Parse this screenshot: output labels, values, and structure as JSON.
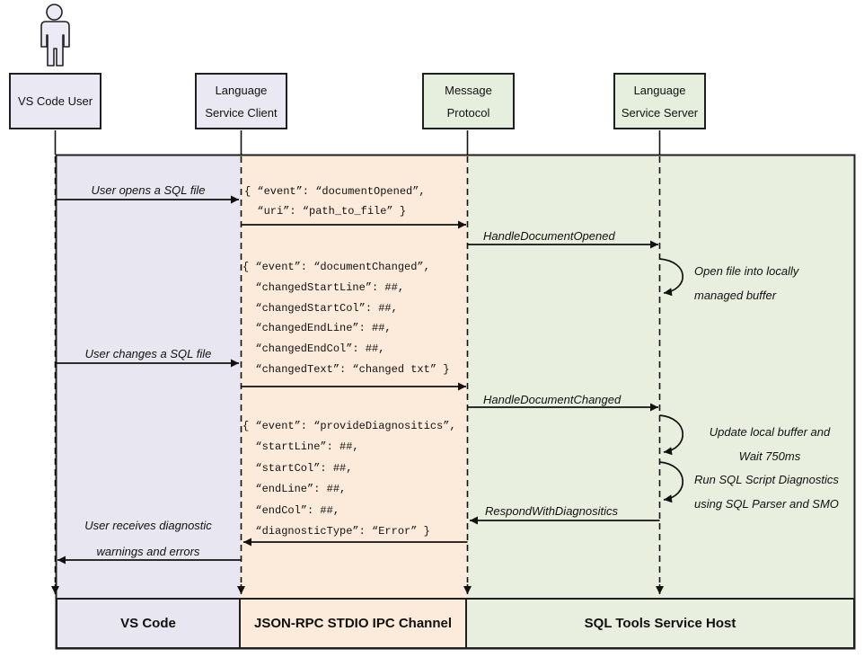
{
  "actors": [
    {
      "name": "vs-code-user",
      "lines": [
        "VS Code User"
      ]
    },
    {
      "name": "language-service-client",
      "lines": [
        "Language",
        "Service Client"
      ]
    },
    {
      "name": "message-protocol",
      "lines": [
        "Message",
        "Protocol"
      ]
    },
    {
      "name": "language-service-server",
      "lines": [
        "Language",
        "Service Server"
      ]
    }
  ],
  "lanes": [
    {
      "label": "VS Code",
      "color": "#e8e6f0"
    },
    {
      "label": "JSON-RPC STDIO IPC Channel",
      "color": "#fceadb"
    },
    {
      "label": "SQL Tools Service Host",
      "color": "#e8efde"
    }
  ],
  "colors": {
    "lavender_box": "#eae8f2",
    "green_box": "#e6eedd",
    "border": "#1f1f1f",
    "line": "#111111"
  },
  "messages": {
    "user_opens": "User opens a SQL file",
    "user_changes": "User changes a SQL file",
    "user_receives": [
      "User receives diagnostic",
      "warnings and errors"
    ],
    "handle_document_opened": "HandleDocumentOpened",
    "handle_document_changed": "HandleDocumentChanged",
    "respond_with_diagnostics": "RespondWithDiagnositics"
  },
  "payloads": {
    "document_opened": [
      "{ “event”: “documentOpened”,",
      "  “uri”: “path_to_file” }"
    ],
    "document_changed": [
      "{ “event”: “documentChanged”,",
      "  “changedStartLine”: ##,",
      "  “changedStartCol”: ##,",
      "  “changedEndLine”: ##,",
      "  “changedEndCol”: ##,",
      "  “changedText”: “changed txt” }"
    ],
    "provide_diagnostics": [
      "{ “event”: “provideDiagnositics”,",
      "  “startLine”: ##,",
      "  “startCol”: ##,",
      "  “endLine”: ##,",
      "  “endCol”: ##,",
      "  “diagnosticType”: “Error” }"
    ]
  },
  "notes": {
    "open_file": [
      "Open file into locally",
      "managed buffer"
    ],
    "update_buffer": [
      "Update local buffer and",
      "Wait 750ms"
    ],
    "run_diagnostics": [
      "Run SQL Script Diagnostics",
      "using SQL Parser and SMO"
    ]
  }
}
